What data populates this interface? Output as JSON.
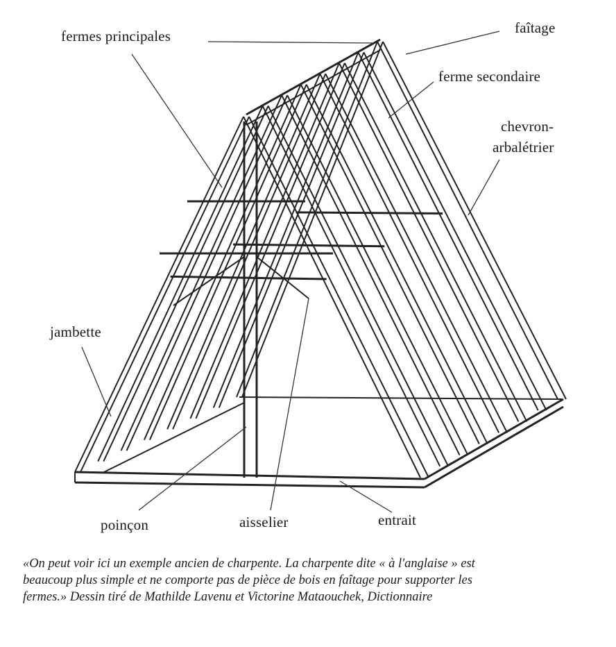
{
  "labels": {
    "fermes_principales": "fermes principales",
    "faitage": "faîtage",
    "ferme_secondaire": "ferme secondaire",
    "chevron": "chevron-",
    "arbaletrier": "arbalétrier",
    "jambette": "jambette",
    "poincon": "poinçon",
    "aisselier": "aisselier",
    "entrait": "entrait"
  },
  "caption": {
    "line1": "«On peut voir ici un exemple ancien de charpente. La charpente dite « à l'anglaise » est",
    "line2": "beaucoup plus simple et ne comporte pas de pièce de bois en faîtage pour supporter les",
    "line3": "fermes.» Dessin tiré de Mathilde Lavenu et Victorine Mataouchek, Dictionnaire"
  },
  "frame": {
    "rafter_pairs": 8
  }
}
